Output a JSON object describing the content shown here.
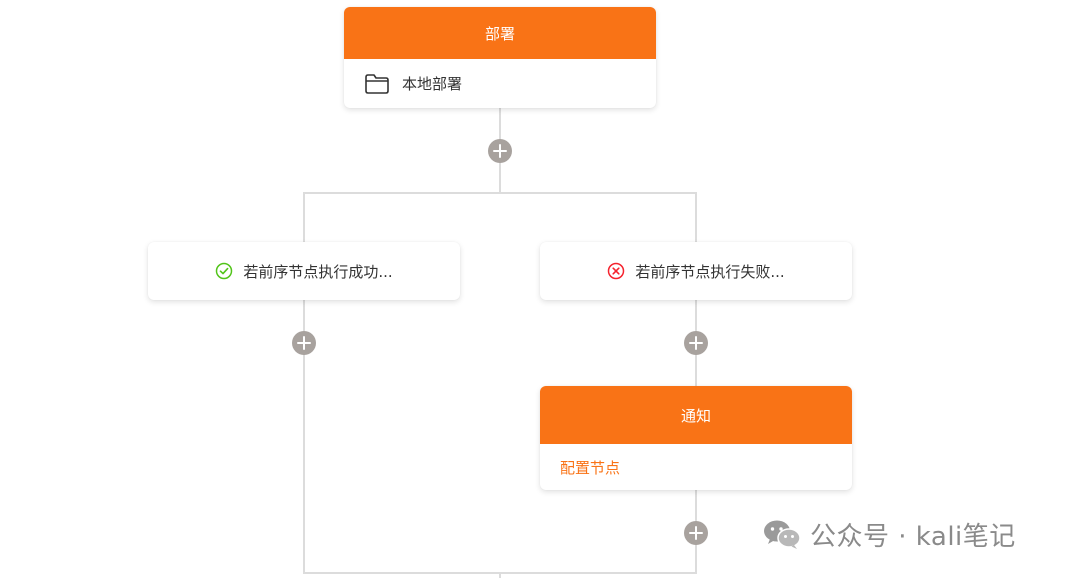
{
  "colors": {
    "accent": "#f97316",
    "connector": "#dcdcdc",
    "add_button": "#a8a29e",
    "success": "#52c41a",
    "failure": "#f5222d",
    "text": "#333333",
    "watermark": "#8a8a8a"
  },
  "deploy_node": {
    "title": "部署",
    "body_icon": "folder-icon",
    "body_label": "本地部署"
  },
  "branches": {
    "success": {
      "icon": "check-circle-icon",
      "label": "若前序节点执行成功..."
    },
    "failure": {
      "icon": "close-circle-icon",
      "label": "若前序节点执行失败..."
    }
  },
  "notify_node": {
    "title": "通知",
    "body_label": "配置节点"
  },
  "add_buttons": {
    "icon": "plus-circle-icon"
  },
  "watermark": {
    "icon": "wechat-icon",
    "text": "公众号 · kali笔记"
  }
}
